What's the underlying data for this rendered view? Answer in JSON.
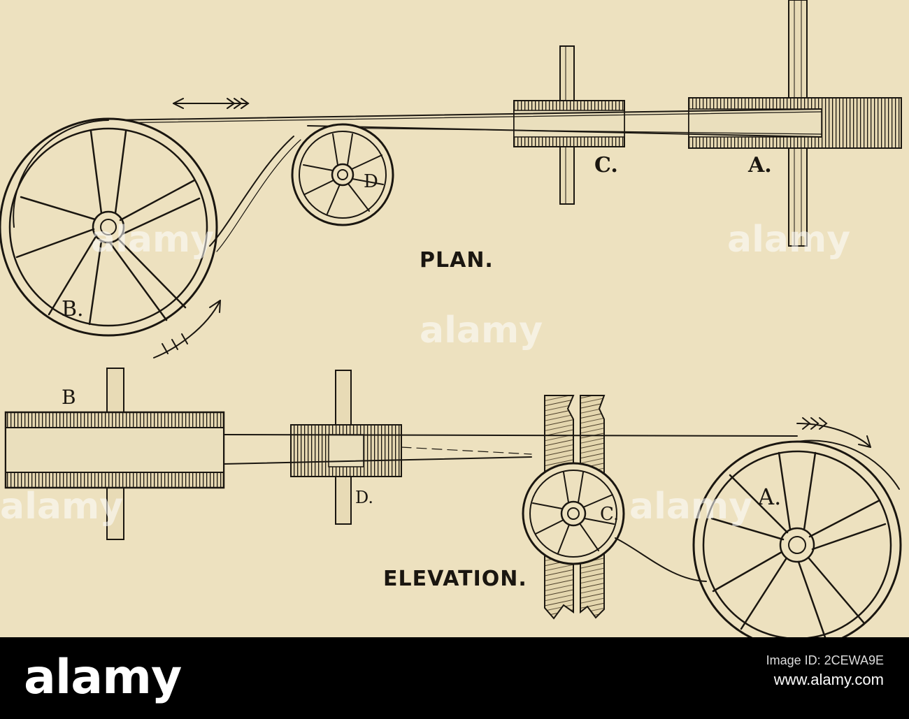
{
  "labels": {
    "plan_a": "A.",
    "plan_b": "B.",
    "plan_c": "C.",
    "plan_d": "D",
    "elev_a": "A.",
    "elev_b": "B",
    "elev_c": "C.",
    "elev_d": "D."
  },
  "captions": {
    "plan": "PLAN.",
    "elevation": "ELEVATION."
  },
  "watermark": {
    "text": "alamy"
  },
  "footer": {
    "logo": "alamy",
    "image_id_label": "Image ID: 2CEWA9E",
    "url": "www.alamy.com"
  },
  "colors": {
    "paper": "#ede1bf",
    "ink": "#1a1610",
    "footer_bg": "#000000"
  }
}
